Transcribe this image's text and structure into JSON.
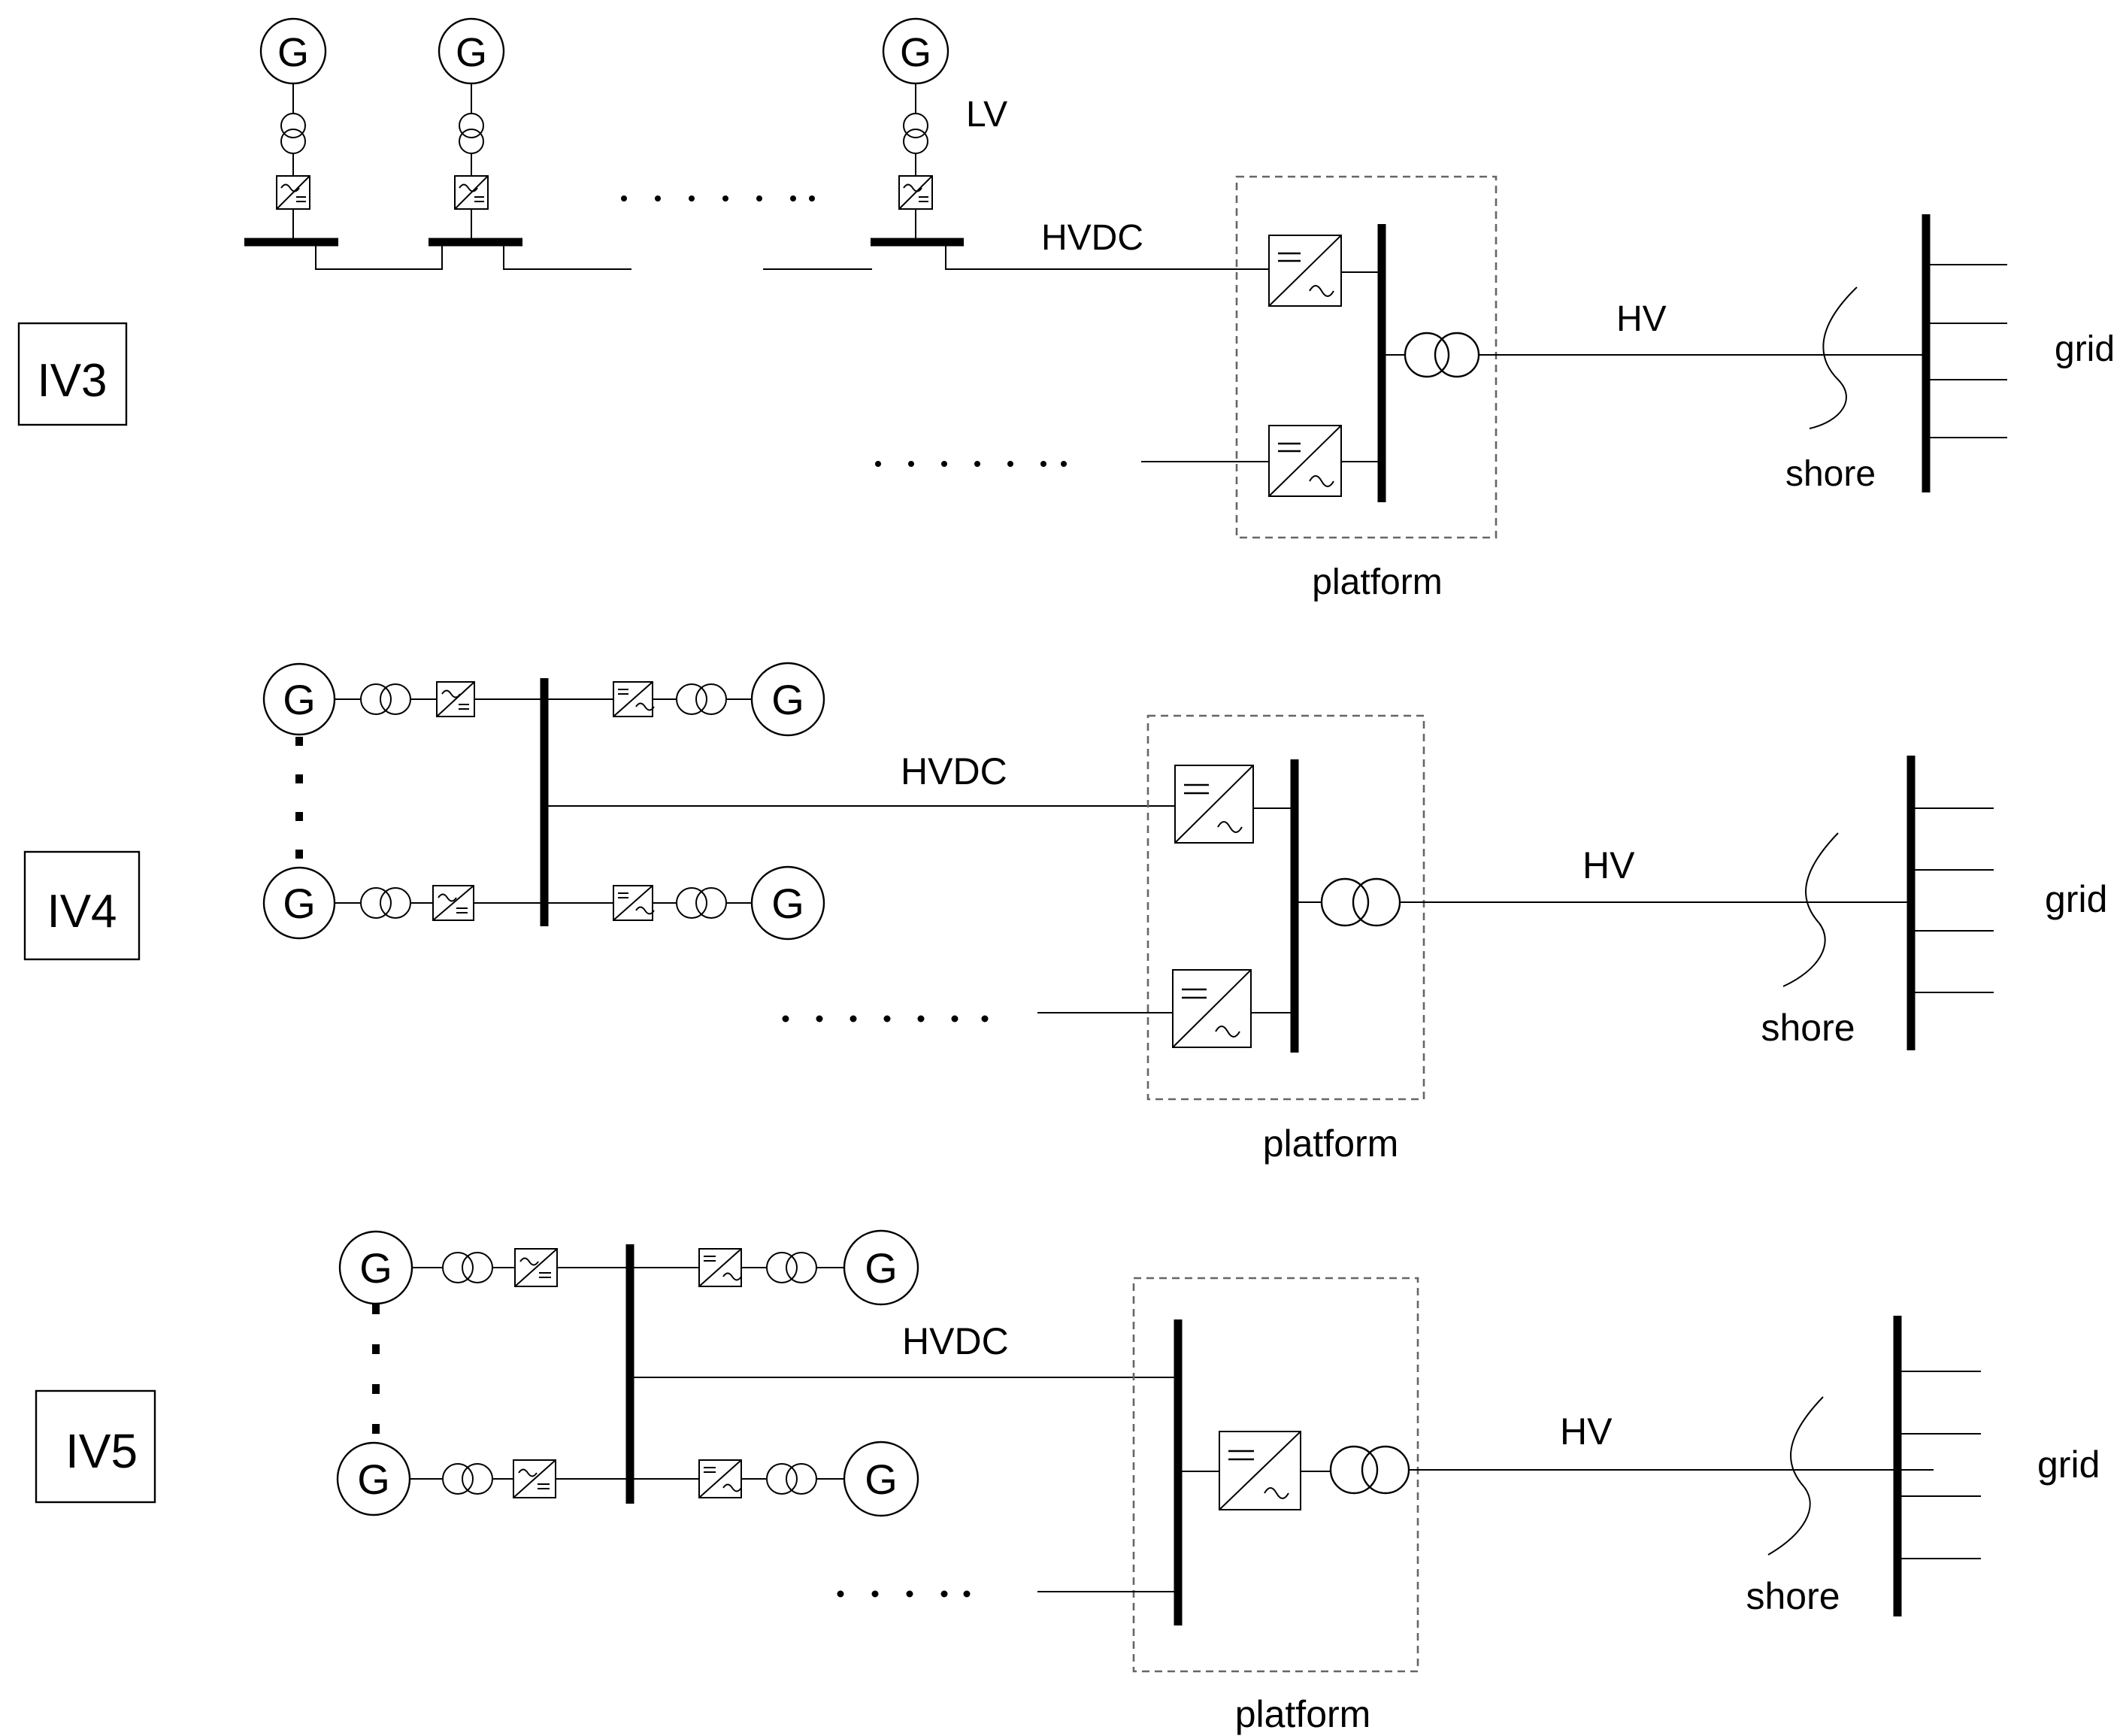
{
  "colors": {
    "line": "#000000",
    "platform_border": "#666666",
    "background": "#ffffff"
  },
  "symbols": {
    "generator": "G",
    "transformer": "double-circle-transformer-icon",
    "converter": "ac-dc-converter-icon"
  },
  "diagrams": [
    {
      "id": "IV3",
      "label": "IV3",
      "lv_label": "LV",
      "hvdc_label": "HVDC",
      "hv_label": "HV",
      "platform_label": "platform",
      "shore_label": "shore",
      "grid_label": "grid"
    },
    {
      "id": "IV4",
      "label": "IV4",
      "hvdc_label": "HVDC",
      "hv_label": "HV",
      "platform_label": "platform",
      "shore_label": "shore",
      "grid_label": "grid"
    },
    {
      "id": "IV5",
      "label": "IV5",
      "hvdc_label": "HVDC",
      "hv_label": "HV",
      "platform_label": "platform",
      "shore_label": "shore",
      "grid_label": "grid"
    }
  ]
}
